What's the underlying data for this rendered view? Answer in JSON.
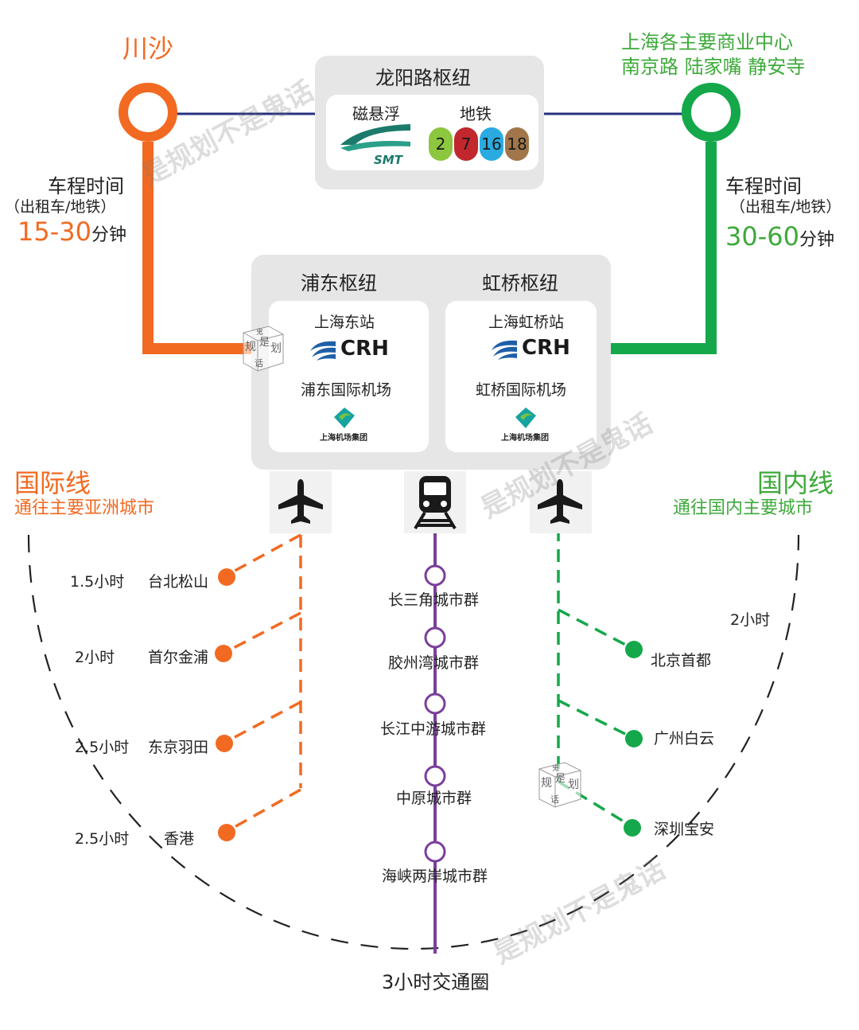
{
  "colors": {
    "orange": "#f26a21",
    "green": "#15a84a",
    "navy": "#27317e",
    "purple": "#7b3f9b",
    "green_text": "#3daa3a"
  },
  "top_left_station": "川沙",
  "top_right_title": [
    "上海各主要商业中心",
    "南京路 陆家嘴 静安寺"
  ],
  "longyang": {
    "title": "龙阳路枢纽",
    "maglev_label": "磁悬浮",
    "maglev_logo": "SMT",
    "metro_label": "地铁",
    "metro_lines": [
      {
        "num": "2",
        "color": "#8dc63f",
        "text_color": "#1a1a1a"
      },
      {
        "num": "7",
        "color": "#c1272d",
        "text_color": "#1a1a1a"
      },
      {
        "num": "16",
        "color": "#29abe2",
        "text_color": "#1a1a1a"
      },
      {
        "num": "18",
        "color": "#a0764a",
        "text_color": "#1a1a1a"
      }
    ]
  },
  "left_travel": {
    "label": "车程时间",
    "sub": "（出租车/地铁）",
    "value": "15-30",
    "unit": "分钟"
  },
  "right_travel": {
    "label": "车程时间",
    "sub": "（出租车/地铁）",
    "value": "30-60",
    "unit": "分钟"
  },
  "pudong": {
    "title": "浦东枢纽",
    "station": "上海东站",
    "crh": "CRH",
    "airport": "浦东国际机场",
    "airport_logo": "上海机场集团"
  },
  "hongqiao": {
    "title": "虹桥枢纽",
    "station": "上海虹桥站",
    "crh": "CRH",
    "airport": "虹桥国际机场",
    "airport_logo": "上海机场集团"
  },
  "intl": {
    "title": "国际线",
    "sub": "通往主要亚洲城市"
  },
  "domestic": {
    "title": "国内线",
    "sub": "通往国内主要城市"
  },
  "intl_destinations": [
    {
      "time": "1.5小时",
      "city": "台北松山"
    },
    {
      "time": "2小时",
      "city": "首尔金浦"
    },
    {
      "time": "2.5小时",
      "city": "东京羽田"
    },
    {
      "time": "2.5小时",
      "city": "香港"
    }
  ],
  "rail_destinations": [
    "长三角城市群",
    "胶州湾城市群",
    "长江中游城市群",
    "中原城市群",
    "海峡两岸城市群"
  ],
  "domestic_destinations": [
    "北京首都",
    "广州白云",
    "深圳宝安"
  ],
  "domestic_time": "2小时",
  "bottom_label": "3小时交通圈",
  "watermark": "是规划不是鬼话",
  "stamp": [
    "规",
    "是",
    "划",
    "鬼",
    "话"
  ],
  "icons": {
    "plane_left": "airplane-icon",
    "train": "train-icon",
    "plane_right": "airplane-icon"
  }
}
